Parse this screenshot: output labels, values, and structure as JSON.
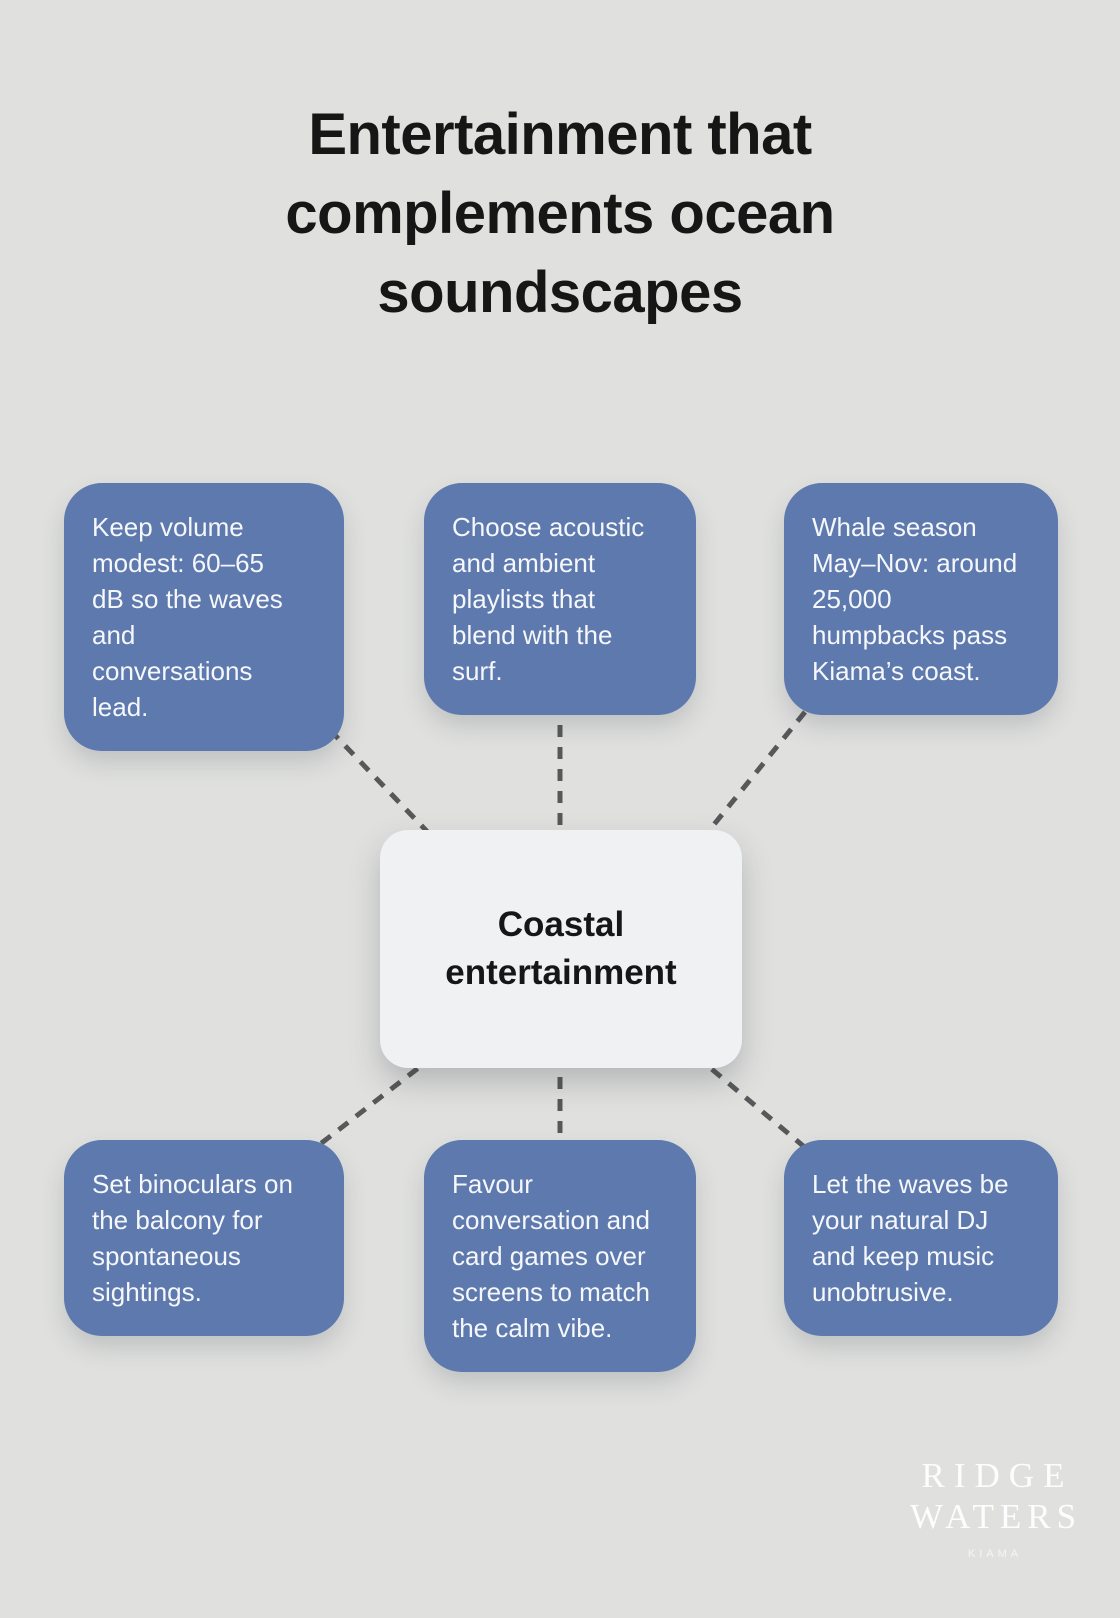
{
  "colors": {
    "background": "#e0e1df",
    "node_fill": "#5d79ad",
    "node_text": "#f5f7fa",
    "center_fill": "#f0f1f3",
    "center_text": "#161616",
    "title_text": "#161616",
    "connector": "#58585a",
    "logo_text": "#fdfdfe"
  },
  "page": {
    "title": "Entertainment that\ncomplements ocean\nsoundscapes"
  },
  "diagram": {
    "center": {
      "label": "Coastal\nentertainment"
    },
    "nodes": [
      {
        "id": "top-left",
        "text": "Keep volume\nmodest: 60–65\ndB so the waves\nand\nconversations\nlead."
      },
      {
        "id": "top-middle",
        "text": "Choose acoustic\nand ambient\nplaylists that\nblend with the\nsurf."
      },
      {
        "id": "top-right",
        "text": "Whale season\nMay–Nov: around\n25,000\nhumpbacks pass\nKiama’s coast."
      },
      {
        "id": "bottom-left",
        "text": "Set binoculars on\nthe balcony for\nspontaneous\nsightings."
      },
      {
        "id": "bottom-middle",
        "text": "Favour\nconversation and\ncard games over\nscreens to match\nthe calm vibe."
      },
      {
        "id": "bottom-right",
        "text": "Let the waves be\nyour natural DJ\nand keep music\nunobtrusive."
      }
    ]
  },
  "logo": {
    "line1": "RIDGE",
    "line2": "WATERS",
    "line3": "KIAMA"
  }
}
